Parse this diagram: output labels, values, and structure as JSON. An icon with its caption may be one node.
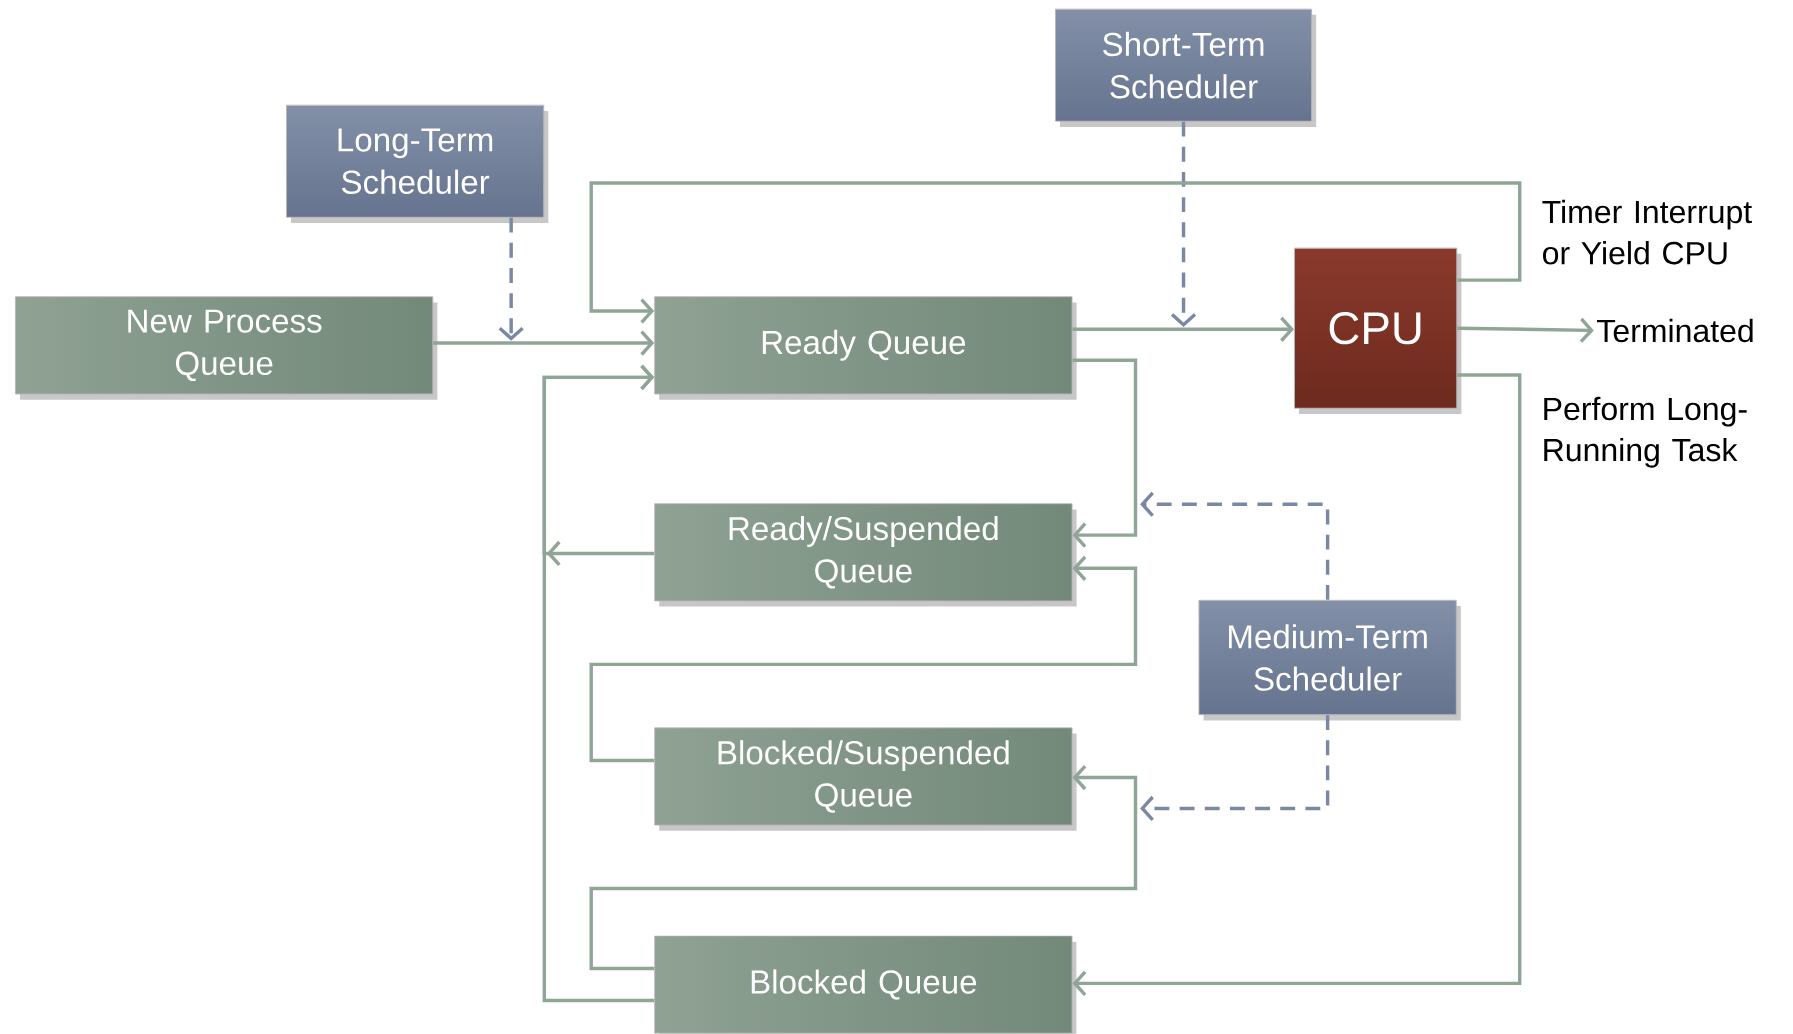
{
  "diagram": {
    "nodes": [
      {
        "text": [
          "Short-Term Scheduler"
        ]
      },
      {
        "text": [
          "Long-Term Scheduler"
        ]
      },
      {
        "text": [
          "New Process Queue"
        ]
      },
      {
        "text": [
          "Ready Queue"
        ]
      },
      {
        "text": [
          "CPU"
        ]
      },
      {
        "text": [
          "Terminated"
        ]
      },
      {
        "text": [
          "Ready/Suspended Queue"
        ]
      },
      {
        "text": [
          "Medium-Term Scheduler"
        ]
      },
      {
        "text": [
          "Blocked/Suspended Queue"
        ]
      },
      {
        "text": [
          "Blocked Queue"
        ]
      }
    ],
    "edges": [
      {
        "from": 2,
        "to": 3,
        "arrow": "to"
      },
      {
        "from": 1,
        "to": null,
        "arrow": "to",
        "style": "dashed",
        "color": "#7b88a3"
      },
      {
        "from": 0,
        "to": null,
        "arrow": "to",
        "style": "dashed",
        "color": "#7b88a3"
      },
      {
        "from": 3,
        "to": 4,
        "arrow": "to"
      },
      {
        "from": 4,
        "to": 3,
        "arrow": "to",
        "label": "Timer Interrupt or Yield CPU"
      },
      {
        "from": 4,
        "to": 5,
        "arrow": "to"
      },
      {
        "from": 4,
        "to": 9,
        "arrow": "to",
        "label": "Perform Long-Running Task"
      },
      {
        "from": 3,
        "to": 6,
        "arrow": "to"
      },
      {
        "from": 6,
        "to": 3,
        "arrow": "to"
      },
      {
        "from": 9,
        "to": 3,
        "arrow": "to"
      },
      {
        "from": 8,
        "to": 6,
        "arrow": "to"
      },
      {
        "from": 9,
        "to": 8,
        "arrow": "to"
      },
      {
        "from": 7,
        "to": null,
        "arrow": "to",
        "style": "dashed",
        "color": "#7b88a3"
      },
      {
        "from": 7,
        "to": null,
        "arrow": "to",
        "style": "dashed",
        "color": "#7b88a3"
      }
    ]
  }
}
